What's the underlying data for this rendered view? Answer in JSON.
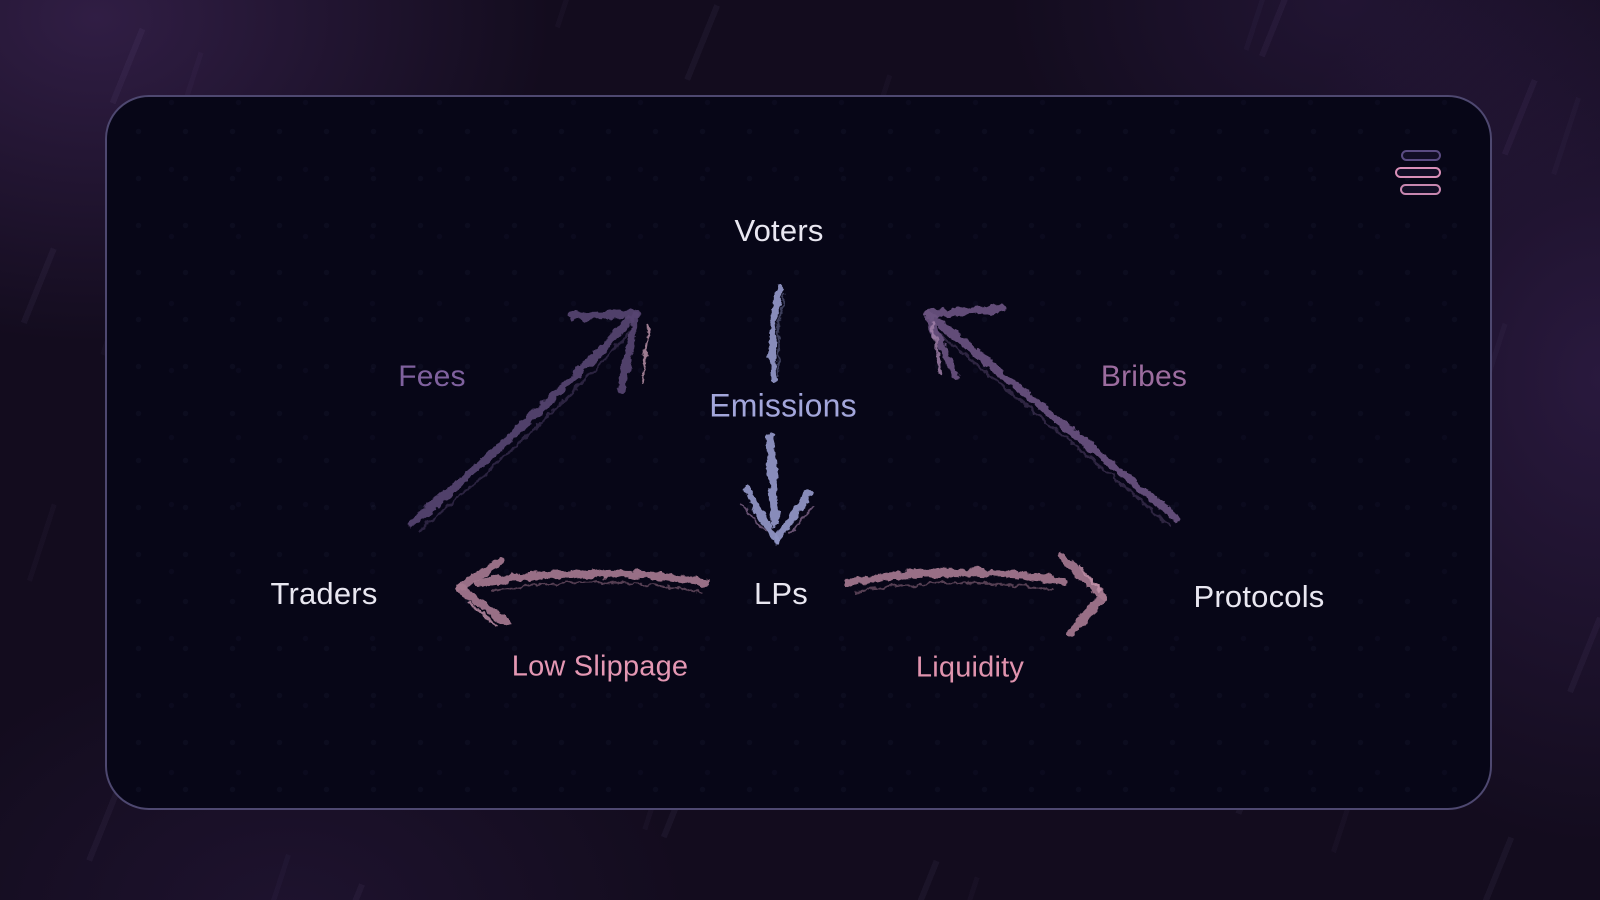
{
  "card": {
    "bg": "#070617",
    "border_color": "#4e4870"
  },
  "menu": {
    "bars": [
      {
        "stroke": "#5a4b82"
      },
      {
        "stroke": "#d98fb8"
      },
      {
        "stroke": "#c887b0"
      }
    ]
  },
  "nodes": [
    {
      "id": "voters",
      "label": "Voters",
      "color": "#e9e7f1"
    },
    {
      "id": "traders",
      "label": "Traders",
      "color": "#e9e7f1"
    },
    {
      "id": "lps",
      "label": "LPs",
      "color": "#e9e7f1"
    },
    {
      "id": "protocols",
      "label": "Protocols",
      "color": "#e9e7f1"
    }
  ],
  "edges": [
    {
      "id": "fees",
      "label": "Fees",
      "from": "traders",
      "to": "voters",
      "label_color": "#7f619e",
      "arrow_color": "#574472",
      "accent_color": "#b68fa6"
    },
    {
      "id": "emissions",
      "label": "Emissions",
      "from": "voters",
      "to": "lps",
      "label_color": "#a3a6db",
      "arrow_color": "#8e94c3",
      "accent_color": "#8e7095"
    },
    {
      "id": "bribes",
      "label": "Bribes",
      "from": "protocols",
      "to": "voters",
      "label_color": "#9c6c9f",
      "arrow_color": "#6a5380",
      "accent_color": "#a07fa8"
    },
    {
      "id": "low_slippage",
      "label": "Low Slippage",
      "from": "lps",
      "to": "traders",
      "label_color": "#e497b3",
      "arrow_color": "#a5788f",
      "accent_color": "#c795ac"
    },
    {
      "id": "liquidity",
      "label": "Liquidity",
      "from": "lps",
      "to": "protocols",
      "label_color": "#e093ae",
      "arrow_color": "#a5788f",
      "accent_color": "#c795ac"
    }
  ]
}
